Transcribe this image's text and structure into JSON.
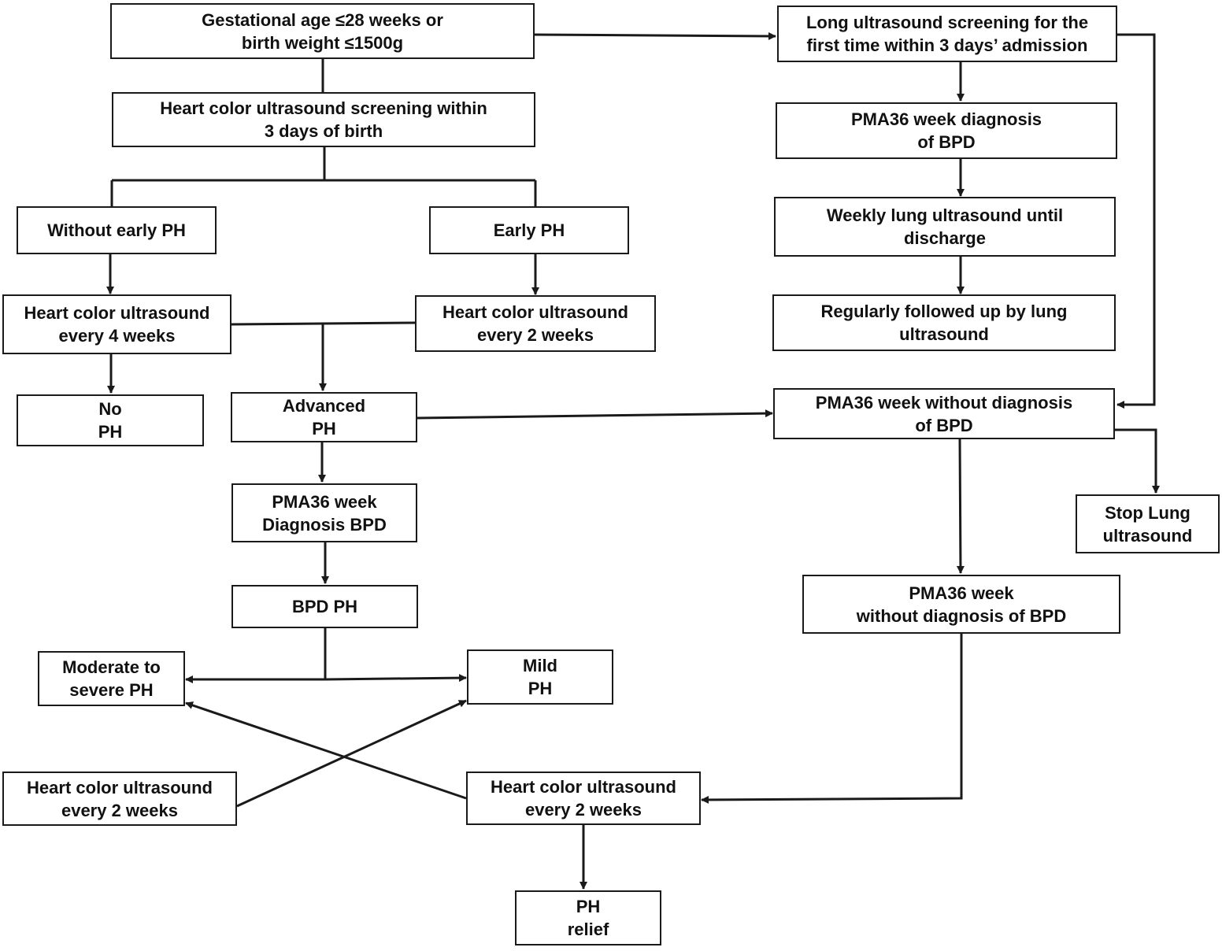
{
  "nodes": {
    "gestational": "Gestational age ≤28 weeks or\nbirth weight ≤1500g",
    "heart_screen": "Heart color ultrasound screening within\n3 days of birth",
    "without_early": "Without early PH",
    "early": "Early PH",
    "heart_4w": "Heart color ultrasound\nevery 4 weeks",
    "heart_2w_a": "Heart color ultrasound\nevery 2 weeks",
    "no_ph": "No\nPH",
    "advanced": "Advanced\nPH",
    "pma_bpd_dx": "PMA36 week\nDiagnosis BPD",
    "bpd_ph": "BPD PH",
    "moderate": "Moderate to\nsevere PH",
    "mild": "Mild\nPH",
    "heart_2w_b": "Heart color ultrasound\nevery 2 weeks",
    "heart_2w_c": "Heart color ultrasound\nevery 2 weeks",
    "ph_relief": "PH\nrelief",
    "lung_first": "Long ultrasound screening for the\nfirst time within 3 days’ admission",
    "pma_dx_bpd": "PMA36 week diagnosis\nof BPD",
    "weekly_lung": "Weekly lung ultrasound until\ndischarge",
    "reg_follow": "Regularly followed up by lung\nultrasound",
    "pma_no_bpd_1": "PMA36 week without diagnosis\nof BPD",
    "stop_lung": "Stop Lung\nultrasound",
    "pma_no_bpd_2": "PMA36  week\nwithout diagnosis of BPD"
  },
  "style": {
    "line_color": "#1a1a1a",
    "box_border": "#1a1a1a"
  }
}
